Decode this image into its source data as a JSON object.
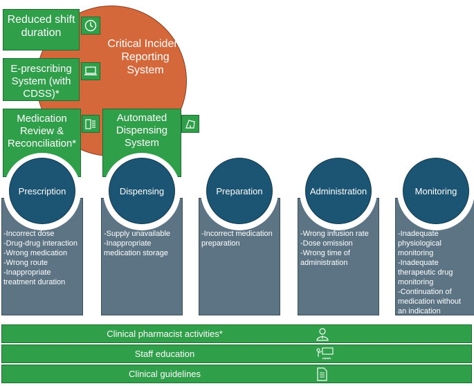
{
  "incident_reporting": {
    "label": "Critical Incident Reporting System"
  },
  "interventions": {
    "reduced_shift": "Reduced shift duration",
    "eprescribing": "E-prescribing System (with CDSS)*",
    "med_review": "Medication Review & Reconciliation*",
    "automated_dispensing": "Automated Dispensing System"
  },
  "icons": {
    "reduced_shift": "clock-icon",
    "eprescribing": "laptop-icon",
    "med_review": "clipboard-icon",
    "automated_dispensing": "dispenser-icon",
    "pharmacist": "pharmacist-icon",
    "education": "presentation-icon",
    "guidelines": "document-icon"
  },
  "stages": [
    {
      "label": "Prescription",
      "issues": [
        "-Incorrect dose",
        "-Drug-drug interaction",
        "-Wrong medication",
        "-Wrong route",
        "-Inappropriate",
        "treatment duration"
      ]
    },
    {
      "label": "Dispensing",
      "issues": [
        "-Supply unavailable",
        "-Inappropriate",
        "medication storage"
      ]
    },
    {
      "label": "Preparation",
      "issues": [
        "-Incorrect medication",
        "preparation"
      ]
    },
    {
      "label": "Administration",
      "issues": [
        "-Wrong  infusion rate",
        "-Dose omission",
        "-Wrong time of",
        "administration"
      ]
    },
    {
      "label": "Monitoring",
      "issues": [
        "-Inadequate",
        "physiological",
        "monitoring",
        "-Inadequate",
        "therapeutic drug",
        "monitoring",
        "-Continuation of",
        "medication without",
        "an indication"
      ]
    }
  ],
  "bars": [
    {
      "label": "Clinical pharmacist activities*"
    },
    {
      "label": "Staff education"
    },
    {
      "label": "Clinical guidelines"
    }
  ],
  "colors": {
    "green": "#2f9f4a",
    "orange": "#d5683a",
    "stage_circle": "#1b5573",
    "stage_column": "#5d7485"
  }
}
